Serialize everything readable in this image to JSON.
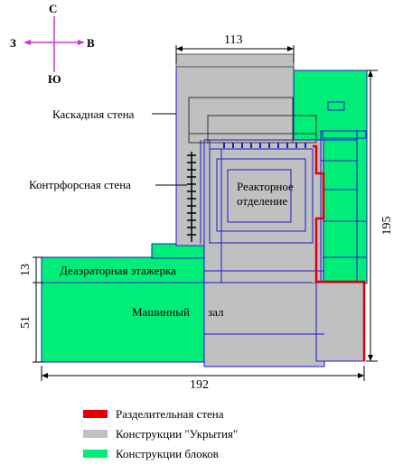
{
  "compass": {
    "north": "С",
    "south": "Ю",
    "west": "З",
    "east": "В"
  },
  "dimensions": {
    "top_width": "113",
    "right_height": "195",
    "bottom_width": "192",
    "left_upper": "13",
    "left_lower": "51"
  },
  "labels": {
    "cascade_wall": "Каскадная стена",
    "buttress_wall": "Контрфорсная стена",
    "reactor_line1": "Реакторное",
    "reactor_line2": "отделение",
    "deaerator": "Деаэраторная этажерка",
    "turbine_hall_1": "Машинный",
    "turbine_hall_2": "зал"
  },
  "legend": [
    {
      "label": "Разделительная стена",
      "color": "#dd0000"
    },
    {
      "label": "Конструкции \"Укрытия\"",
      "color": "#c0c0c0"
    },
    {
      "label": "Конструкции блоков",
      "color": "#00ee77"
    }
  ],
  "colors": {
    "green": "#00ee77",
    "gray": "#c0c0c0",
    "blue": "#1a1acc",
    "red": "#dd0000",
    "compass": "#cc33cc"
  }
}
